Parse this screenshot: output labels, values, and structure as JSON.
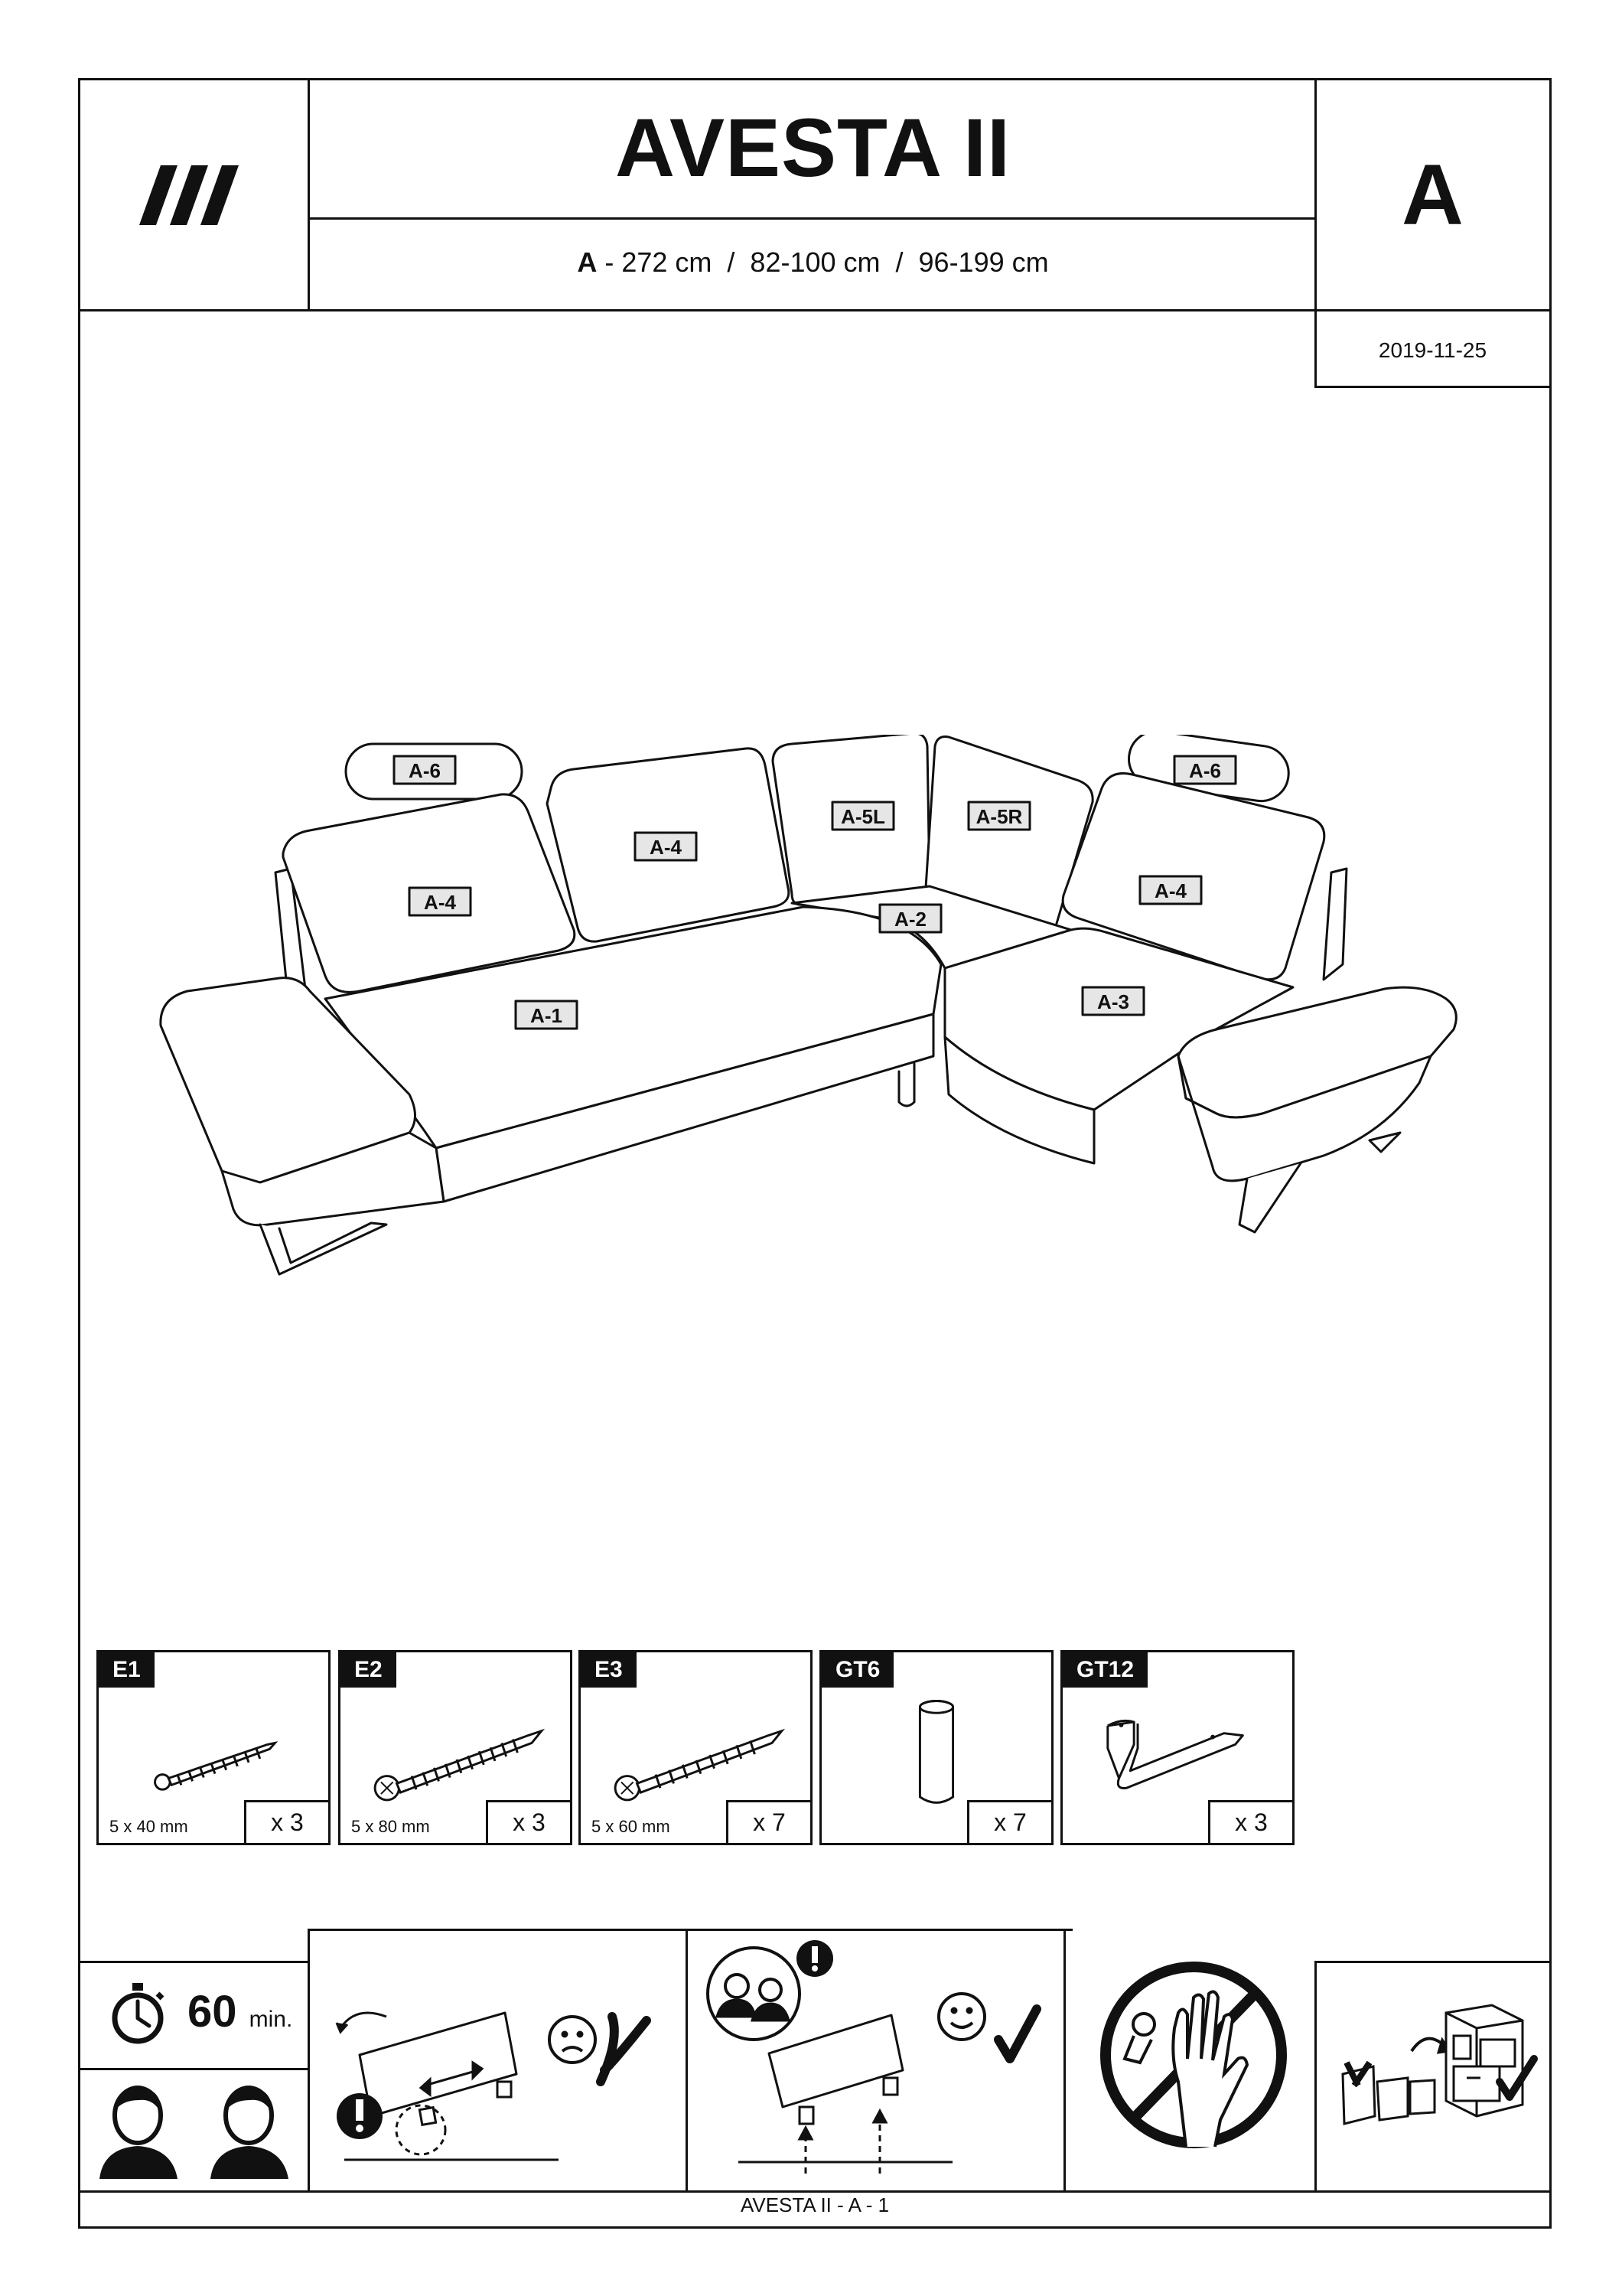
{
  "header": {
    "title": "AVESTA II",
    "dims_prefix": "A",
    "dims": " - 272 cm  /  82-100 cm  /  96-199 cm",
    "version_letter": "A",
    "date": "2019-11-25"
  },
  "sofa": {
    "labels": [
      "A-6",
      "A-6",
      "A-4",
      "A-4",
      "A-4",
      "A-5L",
      "A-5R",
      "A-2",
      "A-1",
      "A-3"
    ]
  },
  "parts": [
    {
      "code": "E1",
      "spec": "5 x 40 mm",
      "qty": "x 3",
      "icon": "screw-small-icon"
    },
    {
      "code": "E2",
      "spec": "5 x 80 mm",
      "qty": "x 3",
      "icon": "screw-long-icon"
    },
    {
      "code": "E3",
      "spec": "5 x 60 mm",
      "qty": "x 7",
      "icon": "screw-medium-icon"
    },
    {
      "code": "GT6",
      "spec": "",
      "qty": "x 7",
      "icon": "cylinder-leg-icon"
    },
    {
      "code": "GT12",
      "spec": "",
      "qty": "x 3",
      "icon": "metal-bracket-leg-icon"
    }
  ],
  "assembly": {
    "time_value": "60",
    "time_unit": "min."
  },
  "footer": {
    "page_label": "AVESTA II - A - 1"
  }
}
